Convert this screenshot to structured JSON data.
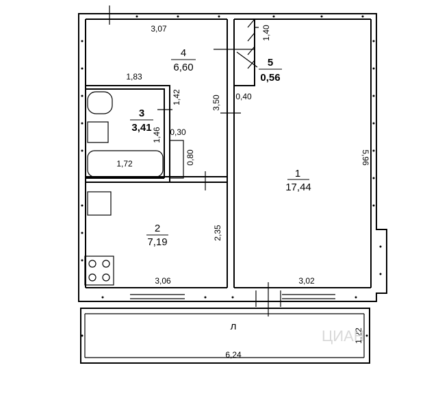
{
  "rooms": [
    {
      "number": "1",
      "area": "17,44"
    },
    {
      "number": "2",
      "area": "7,19"
    },
    {
      "number": "3",
      "area": "3,41"
    },
    {
      "number": "4",
      "area": "6,60"
    },
    {
      "number": "5",
      "area": "0,56"
    }
  ],
  "balcony_label": "л",
  "dimensions": {
    "room4_top": "3,07",
    "room4_inner": "1,83",
    "room5_top": "1,40",
    "room5_bottom": "0,40",
    "corridor_height": "3,50",
    "room3_width": "1,42",
    "room3_height": "1,46",
    "bath_length": "1,72",
    "niche_top": "0,30",
    "niche_side": "0,80",
    "room1_height": "5,96",
    "room2_height": "2,35",
    "room2_bottom": "3,06",
    "room1_bottom": "3,02",
    "balcony_width": "6,24",
    "balcony_depth": "1,22"
  },
  "watermark": "ЦИАН"
}
